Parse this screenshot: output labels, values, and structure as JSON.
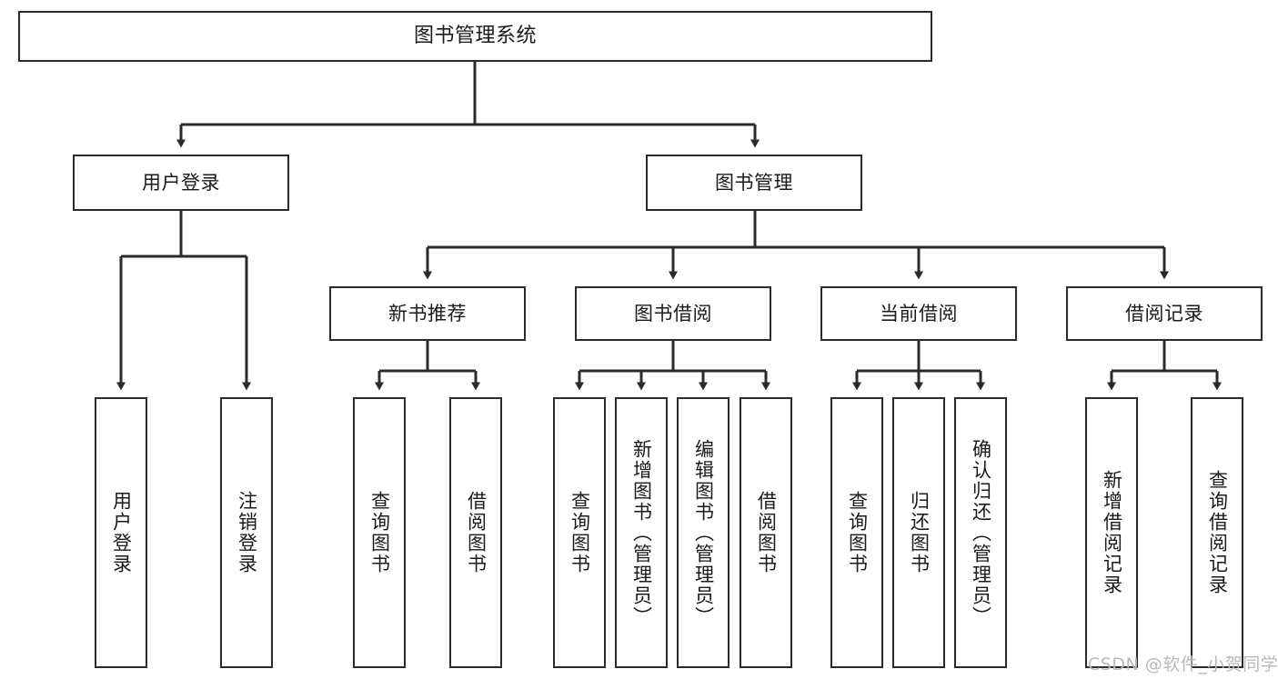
{
  "diagram": {
    "title": "图书管理系统",
    "watermark": "CSDN @软件_小贺同学",
    "line_color": "#2b2b2b",
    "box_fill": "#ffffff",
    "text_color": "#1a1a1a",
    "watermark_color": "#b9b9b9",
    "root": {
      "label": "图书管理系统"
    },
    "level2": [
      {
        "label": "用户登录"
      },
      {
        "label": "图书管理"
      }
    ],
    "level3": [
      {
        "label": "新书推荐"
      },
      {
        "label": "图书借阅"
      },
      {
        "label": "当前借阅"
      },
      {
        "label": "借阅记录"
      }
    ],
    "leaves": [
      {
        "label": "用户登录",
        "parent": "用户登录"
      },
      {
        "label": "注销登录",
        "parent": "用户登录"
      },
      {
        "label": "查询图书",
        "parent": "新书推荐"
      },
      {
        "label": "借阅图书",
        "parent": "新书推荐"
      },
      {
        "label": "查询图书",
        "parent": "图书借阅"
      },
      {
        "label": "新增图书（管理员）",
        "parent": "图书借阅"
      },
      {
        "label": "编辑图书（管理员）",
        "parent": "图书借阅"
      },
      {
        "label": "借阅图书",
        "parent": "图书借阅"
      },
      {
        "label": "查询图书",
        "parent": "当前借阅"
      },
      {
        "label": "归还图书",
        "parent": "当前借阅"
      },
      {
        "label": "确认归还（管理员）",
        "parent": "当前借阅"
      },
      {
        "label": "新增借阅记录",
        "parent": "借阅记录"
      },
      {
        "label": "查询借阅记录",
        "parent": "借阅记录"
      }
    ]
  }
}
